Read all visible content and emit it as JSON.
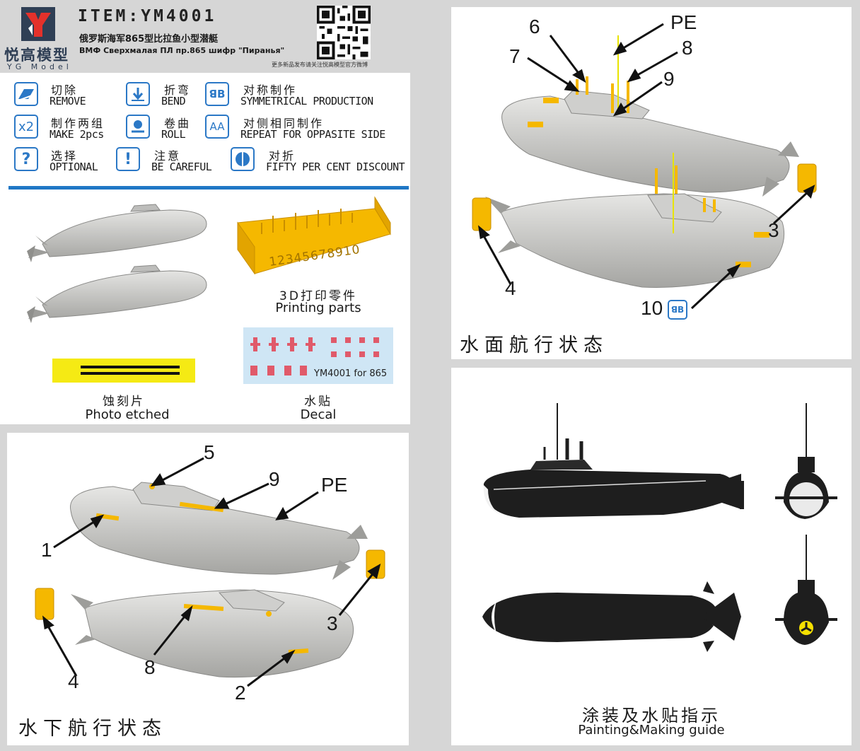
{
  "header": {
    "brand_cn": "悦高模型",
    "brand_en": "YG Model",
    "item_title": "ITEM:YM4001",
    "item_cn": "俄罗斯海军865型比拉鱼小型潜艇",
    "item_ru": "ВМФ Сверхмалая ПЛ пр.865 шифр \"Пиранья\"",
    "qr_note": "更多新品发布请关注悦高模型官方微博"
  },
  "legend": [
    {
      "icon": "remove-icon",
      "cn": "切除",
      "en": "REMOVE"
    },
    {
      "icon": "bend-icon",
      "cn": "折弯",
      "en": "BEND"
    },
    {
      "icon": "symmetrical-icon",
      "cn": "对称制作",
      "en": "SYMMETRICAL PRODUCTION",
      "glyph": "ꓭB"
    },
    {
      "icon": "make-2pcs-icon",
      "cn": "制作两组",
      "en": "MAKE 2pcs",
      "glyph": "x2"
    },
    {
      "icon": "roll-icon",
      "cn": "卷曲",
      "en": "ROLL"
    },
    {
      "icon": "repeat-icon",
      "cn": "对侧相同制作",
      "en": "REPEAT FOR OPPASITE SIDE",
      "glyph": "AA"
    },
    {
      "icon": "optional-icon",
      "cn": "选择",
      "en": "OPTIONAL",
      "glyph": "?"
    },
    {
      "icon": "careful-icon",
      "cn": "注意",
      "en": "BE CAREFUL",
      "glyph": "!"
    },
    {
      "icon": "half-discount-icon",
      "cn": "对折",
      "en": "FIFTY PER CENT DISCOUNT"
    }
  ],
  "parts": {
    "printing_cn": "3D打印零件",
    "printing_en": "Printing parts",
    "printing_numbers": "12345678910",
    "etched_cn": "蚀刻片",
    "etched_en": "Photo etched",
    "decal_cn": "水贴",
    "decal_en": "Decal",
    "decal_label": "YM4001 for 865"
  },
  "underwater": {
    "title": "水下航行状态",
    "callouts": [
      "5",
      "9",
      "PE",
      "1",
      "3",
      "4",
      "8",
      "2"
    ]
  },
  "surface": {
    "title": "水面航行状态",
    "callouts": [
      "6",
      "PE",
      "7",
      "8",
      "9",
      "3",
      "4",
      "10"
    ]
  },
  "painting": {
    "title_cn": "涂装及水贴指示",
    "title_en": "Painting&Making guide"
  },
  "colors": {
    "accent_blue": "#1f77c5",
    "part_yellow": "#f5b800",
    "hull_grey": "#c4c4c2",
    "hull_black": "#1e1e1e"
  }
}
